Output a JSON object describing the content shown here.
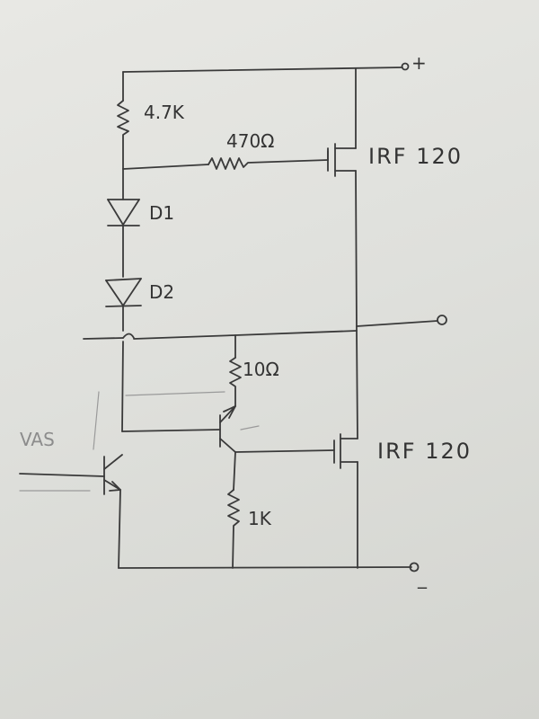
{
  "labels": {
    "r_top": "4.7K",
    "r_gate": "470Ω",
    "q_top": "IRF 120",
    "d1": "D1",
    "d2": "D2",
    "r_emitter": "10Ω",
    "q_bottom": "IRF 120",
    "vas": "VAS",
    "r_bottom": "1K",
    "plus": "+",
    "minus": "_"
  }
}
